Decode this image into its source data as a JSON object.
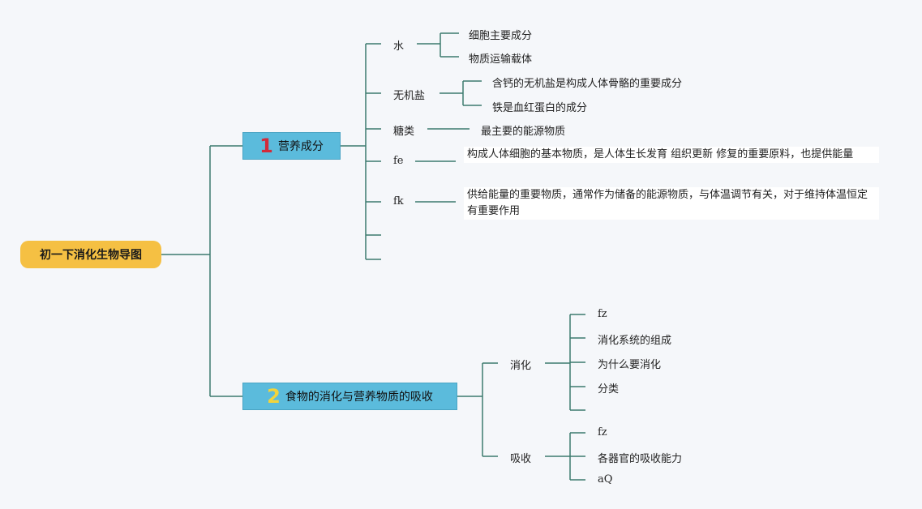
{
  "root": {
    "label": "初一下消化生物导图"
  },
  "branch1": {
    "number": "1",
    "number_color": "#d22a3a",
    "label": "营养成分",
    "items": {
      "water": {
        "label": "水",
        "details": [
          "细胞主要成分",
          "物质运输载体"
        ]
      },
      "mineral": {
        "label": "无机盐",
        "details": [
          "含钙的无机盐是构成人体骨骼的重要成分",
          "铁是血红蛋白的成分"
        ]
      },
      "sugar": {
        "label": "糖类",
        "details": [
          "最主要的能源物质"
        ]
      },
      "fe": {
        "label": "fe",
        "details": [
          "构成人体细胞的基本物质，是人体生长发育 组织更新 修复的重要原料，也提供能量"
        ]
      },
      "fk": {
        "label": "fk",
        "details": [
          "供给能量的重要物质，通常作为储备的能源物质，与体温调节有关，对于维持体温恒定有重要作用"
        ]
      }
    }
  },
  "branch2": {
    "number": "2",
    "number_color": "#f2d43c",
    "label": "食物的消化与营养物质的吸收",
    "digest": {
      "label": "消化",
      "items": [
        "fz",
        "消化系统的组成",
        "为什么要消化",
        "分类"
      ]
    },
    "absorb": {
      "label": "吸收",
      "items": [
        "fz",
        "各器官的吸收能力",
        "aQ"
      ]
    }
  },
  "colors": {
    "line": "#3d7a6e",
    "root_bg": "#f5c043",
    "branch_bg": "#5bbbdc",
    "background": "#f5f7fa"
  }
}
